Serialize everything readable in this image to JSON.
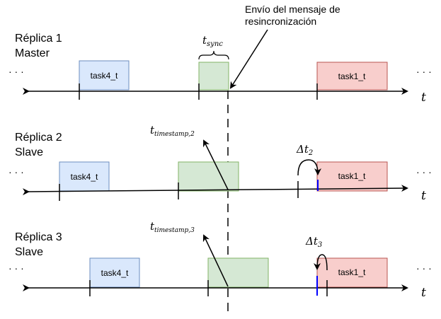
{
  "annotation": {
    "line1": "Envío del mensaje de",
    "line2": "resincronización"
  },
  "axis_label": "t",
  "ellipsis": "· · ·",
  "replicas": [
    {
      "name": "Réplica 1",
      "role": "Master",
      "tasks": {
        "left": "task4_t",
        "right": "task1_t"
      },
      "timing": {
        "base": "t",
        "sub": "sync"
      }
    },
    {
      "name": "Réplica 2",
      "role": "Slave",
      "tasks": {
        "left": "task4_t",
        "right": "task1_t"
      },
      "timestamp": {
        "base": "t",
        "sub": "timestamp,2"
      },
      "delta": {
        "base": "Δt",
        "sub": "2"
      }
    },
    {
      "name": "Réplica 3",
      "role": "Slave",
      "tasks": {
        "left": "task4_t",
        "right": "task1_t"
      },
      "timestamp": {
        "base": "t",
        "sub": "timestamp,3"
      },
      "delta": {
        "base": "Δt",
        "sub": "3"
      }
    }
  ],
  "colors": {
    "blue_fill": "#dae8fc",
    "blue_stroke": "#6c8ebf",
    "green_fill": "#d5e8d4",
    "green_stroke": "#82b366",
    "red_fill": "#f8cecc",
    "red_stroke": "#b85450",
    "marker_blue": "#0000ff"
  }
}
